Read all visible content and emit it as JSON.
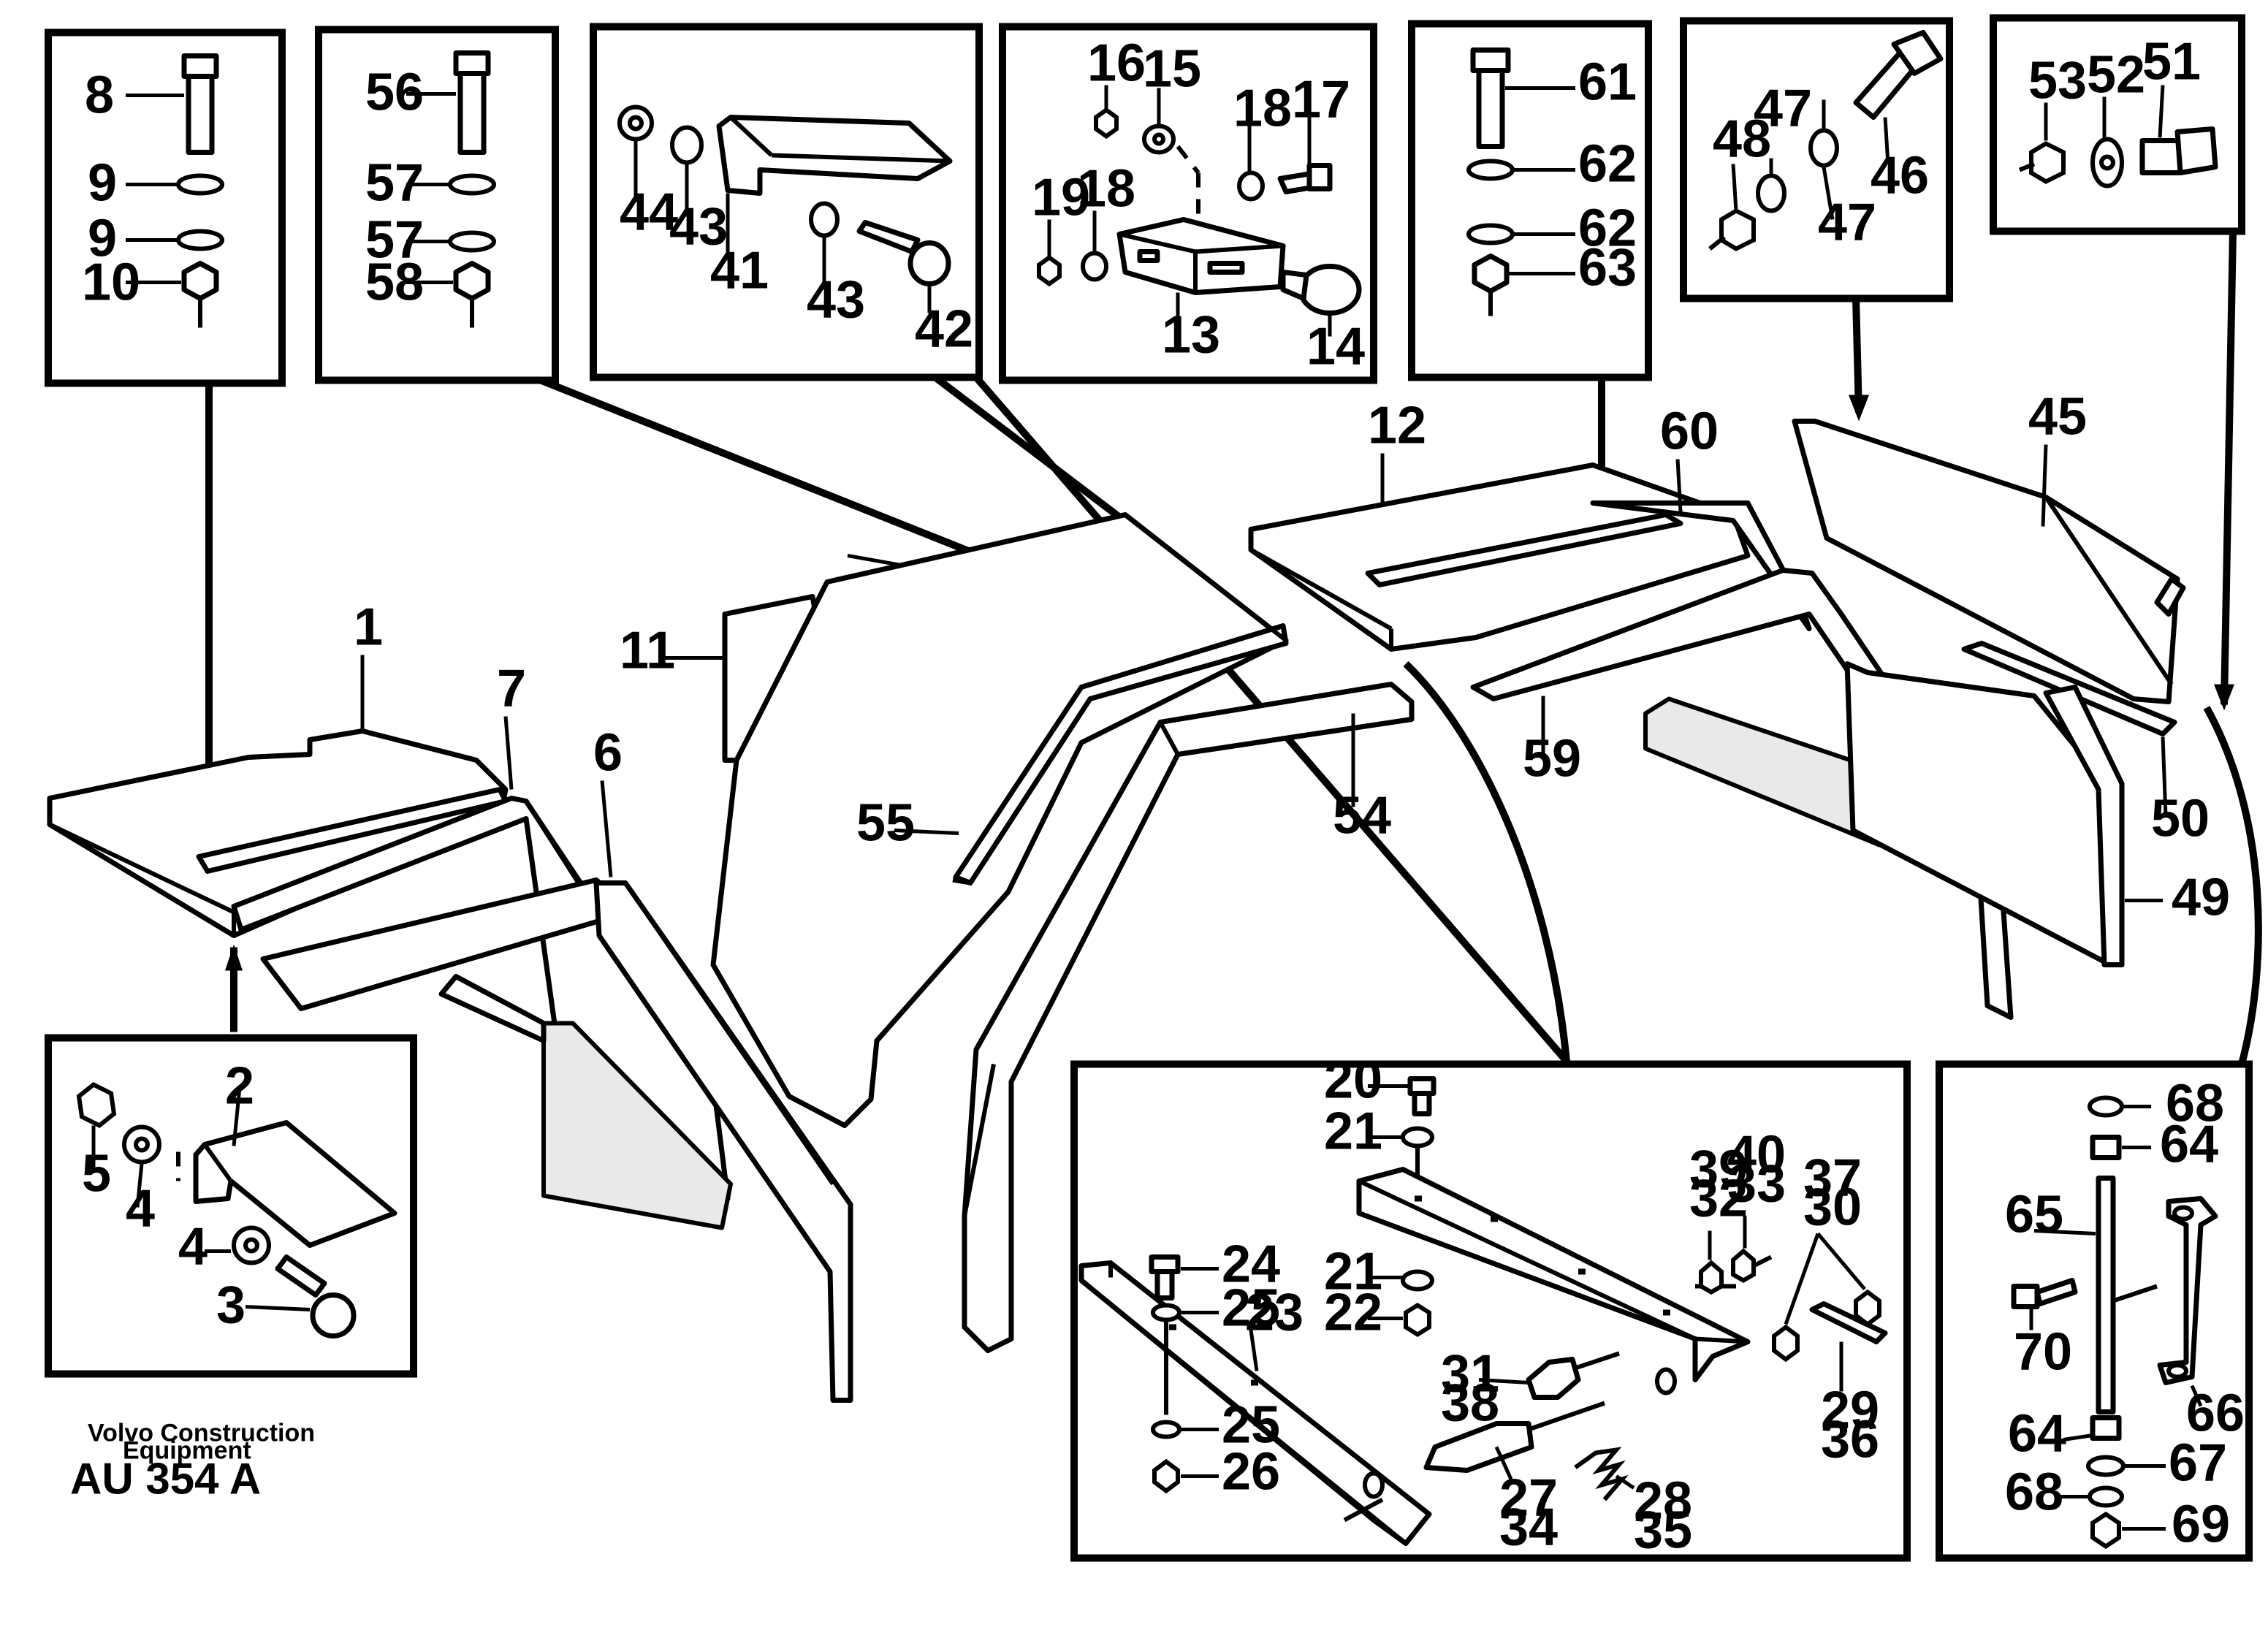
{
  "footer": {
    "company_line1": "Volvo Construction",
    "company_line2": "Equipment",
    "drawing_code": "AU 354 A"
  },
  "labels": {
    "p1": "1",
    "p2": "2",
    "p3": "3",
    "p4a": "4",
    "p4b": "4",
    "p5": "5",
    "p6": "6",
    "p7": "7",
    "p8": "8",
    "p9a": "9",
    "p9b": "9",
    "p10": "10",
    "p11": "11",
    "p12": "12",
    "p13": "13",
    "p14": "14",
    "p15": "15",
    "p16": "16",
    "p17": "17",
    "p18a": "18",
    "p18b": "18",
    "p19": "19",
    "p20": "20",
    "p21a": "21",
    "p21b": "21",
    "p22": "22",
    "p23": "23",
    "p24": "24",
    "p25a": "25",
    "p25b": "25",
    "p26": "26",
    "p27": "27",
    "p28": "28",
    "p29": "29",
    "p30": "30",
    "p31": "31",
    "p32": "32",
    "p33": "33",
    "p34": "34",
    "p35": "35",
    "p36": "36",
    "p37": "37",
    "p38": "38",
    "p39": "39",
    "p40": "40",
    "p41": "41",
    "p42": "42",
    "p43a": "43",
    "p43b": "43",
    "p44": "44",
    "p45": "45",
    "p46": "46",
    "p47a": "47",
    "p47b": "47",
    "p48": "48",
    "p49": "49",
    "p50": "50",
    "p51": "51",
    "p52": "52",
    "p53": "53",
    "p54": "54",
    "p55": "55",
    "p56": "56",
    "p57a": "57",
    "p57b": "57",
    "p58": "58",
    "p59": "59",
    "p60": "60",
    "p61": "61",
    "p62a": "62",
    "p62b": "62",
    "p63": "63",
    "p64a": "64",
    "p64b": "64",
    "p65": "65",
    "p66": "66",
    "p67": "67",
    "p68a": "68",
    "p68b": "68",
    "p69": "69",
    "p70": "70"
  }
}
